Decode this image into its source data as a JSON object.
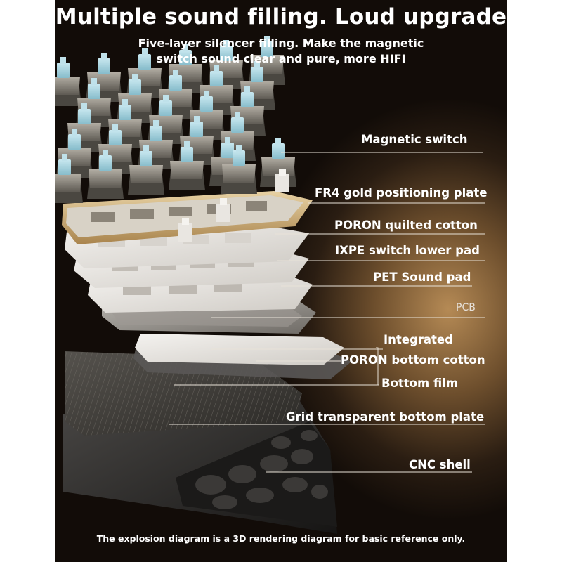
{
  "title": "Multiple sound filling. Loud upgrade",
  "subtitle_line1": "Five-layer silencer filling. Make the magnetic",
  "subtitle_line2": "switch sound clear and pure, more HIFI",
  "labels": {
    "magnetic_switch": "Magnetic switch",
    "fr4_plate": "FR4 gold positioning plate",
    "poron_quilted": "PORON quilted cotton",
    "ixpe_pad": "IXPE switch lower pad",
    "pet_pad": "PET Sound pad",
    "pcb": "PCB",
    "integrated": "Integrated",
    "poron_bottom": "PORON bottom cotton",
    "bottom_film": "Bottom film",
    "grid_plate": "Grid transparent bottom plate",
    "cnc_shell": "CNC shell"
  },
  "footnote": "The explosion diagram is a 3D rendering diagram for basic reference only.",
  "colors": {
    "background_dark": "#120c08",
    "background_glow": "#b58a55",
    "switch_stem": "#a9d4e0",
    "switch_housing": "#8a8478",
    "gold_plate": "#c9a46a",
    "text": "#ffffff"
  }
}
